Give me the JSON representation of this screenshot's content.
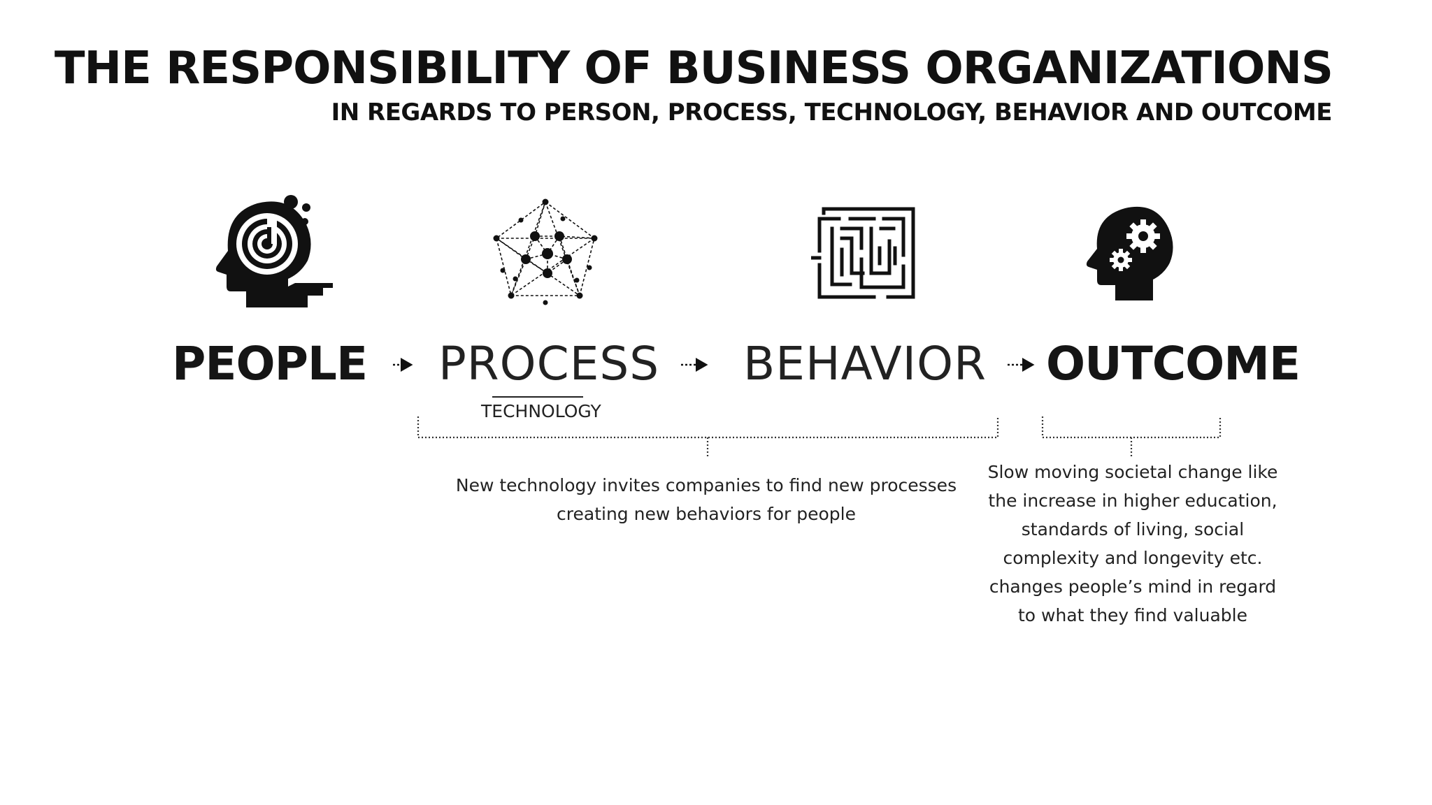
{
  "header": {
    "title": "THE RESPONSIBILITY OF BUSINESS ORGANIZATIONS",
    "subtitle": "IN REGARDS TO PERSON, PROCESS, TECHNOLOGY, BEHAVIOR AND OUTCOME"
  },
  "flow": {
    "steps": [
      {
        "label": "PEOPLE",
        "icon": "head-spiral-icon"
      },
      {
        "label": "PROCESS",
        "icon": "network-icon"
      },
      {
        "label": "BEHAVIOR",
        "icon": "maze-icon"
      },
      {
        "label": "OUTCOME",
        "icon": "head-gears-icon"
      }
    ],
    "sub_label": "TECHNOLOGY"
  },
  "annotations": {
    "technology_effect": [
      "New technology invites companies to find new processes",
      "creating new behaviors for people"
    ],
    "societal_change": [
      "Slow moving societal change like",
      "the increase in higher education,",
      "standards of living, social",
      "complexity and longevity etc.",
      "changes people’s mind in regard",
      "to what they find valuable"
    ]
  }
}
